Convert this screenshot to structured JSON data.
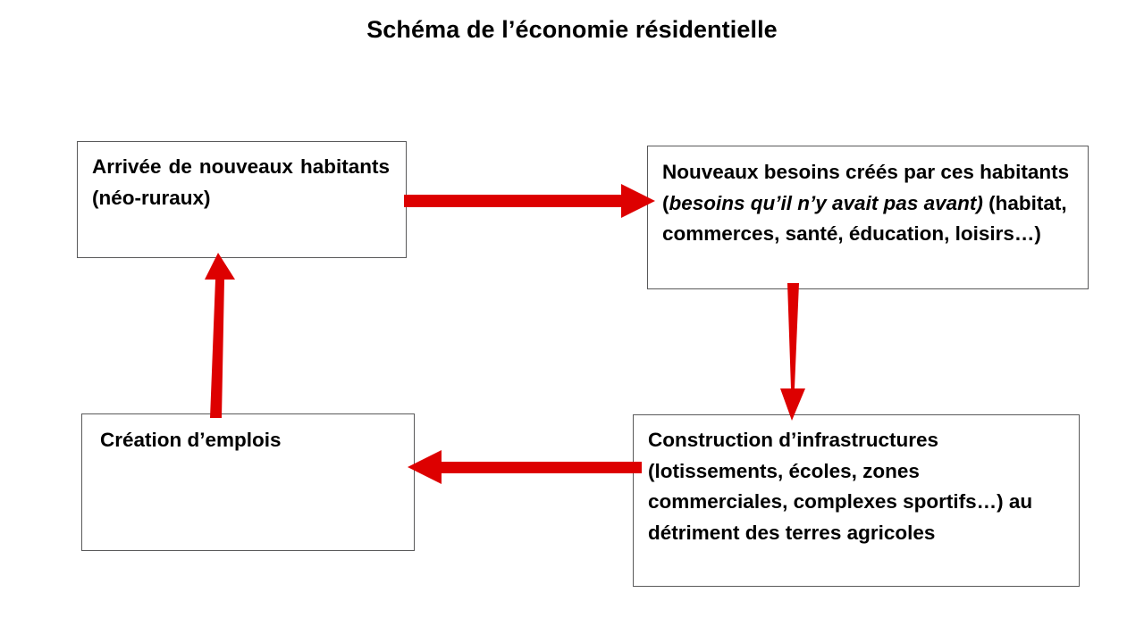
{
  "slide": {
    "title": "Schéma de l’économie résidentielle",
    "background_color": "#ffffff",
    "text_color": "#000000",
    "box_border_color": "#59595a",
    "arrow_color": "#dd0000"
  },
  "diagram_data": {
    "type": "cycle-flowchart",
    "nodes": [
      {
        "id": "arrivee",
        "label": "Arrivée de nouveaux habitants (néo-ruraux)",
        "position": "top-left"
      },
      {
        "id": "besoins",
        "label_part_1": "Nouveaux besoins créés par ces habitants (",
        "label_emphasis": "besoins qu’il n’y avait pas avant)",
        "label_part_2": " (habitat, commerces, santé, éducation, loisirs…)",
        "position": "top-right"
      },
      {
        "id": "construction",
        "label": "Construction d’infrastructures (lotissements, écoles, zones commerciales, complexes sportifs…) au détriment des terres agricoles",
        "position": "bottom-right"
      },
      {
        "id": "emplois",
        "label": "Création d’emplois",
        "position": "bottom-left"
      }
    ],
    "edges": [
      {
        "id": "arrivee-to-besoins",
        "from": "arrivee",
        "to": "besoins",
        "direction": "right",
        "color": "#dd0000"
      },
      {
        "id": "besoins-to-construction",
        "from": "besoins",
        "to": "construction",
        "direction": "down",
        "color": "#dd0000"
      },
      {
        "id": "construction-to-emplois",
        "from": "construction",
        "to": "emplois",
        "direction": "left",
        "color": "#dd0000"
      },
      {
        "id": "emplois-to-arrivee",
        "from": "emplois",
        "to": "arrivee",
        "direction": "up",
        "color": "#dd0000"
      }
    ]
  },
  "offscreen_text": {
    "top_fragment": "",
    "bottom_fragment": ""
  }
}
